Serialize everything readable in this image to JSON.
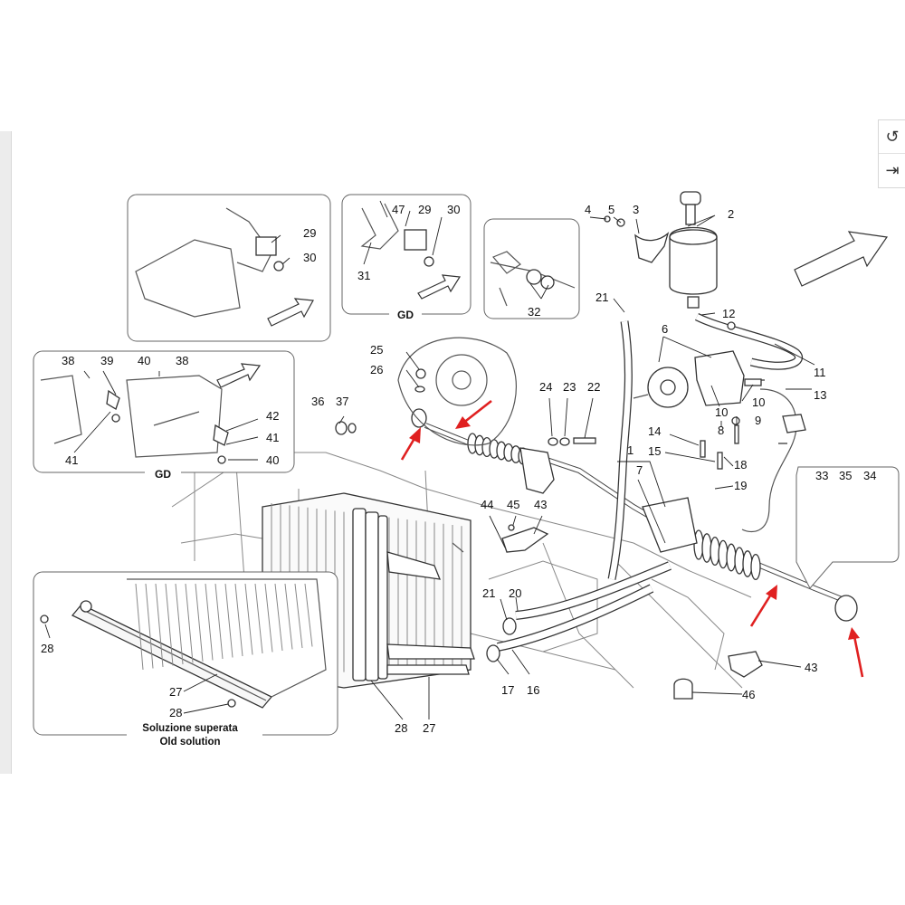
{
  "callouts": [
    "1",
    "2",
    "3",
    "4",
    "5",
    "6",
    "7",
    "8",
    "9",
    "10",
    "10",
    "11",
    "12",
    "13",
    "14",
    "15",
    "16",
    "17",
    "18",
    "19",
    "20",
    "21",
    "21",
    "22",
    "23",
    "24",
    "25",
    "26",
    "27",
    "27",
    "28",
    "28",
    "28",
    "29",
    "29",
    "30",
    "30",
    "31",
    "32",
    "33",
    "34",
    "35",
    "36",
    "37",
    "38",
    "38",
    "39",
    "40",
    "40",
    "41",
    "41",
    "42",
    "43",
    "43",
    "44",
    "45",
    "46",
    "47"
  ],
  "insets": {
    "gd_label_1": "GD",
    "gd_label_2": "GD",
    "old_solution_it": "Soluzione superata",
    "old_solution_en": "Old solution"
  },
  "toolbar": {
    "rotate_icon": "rotate-icon",
    "collapse_icon": "collapse-panel-icon"
  },
  "colors": {
    "highlight_arrow": "#e02020",
    "line_art": "#333333"
  }
}
